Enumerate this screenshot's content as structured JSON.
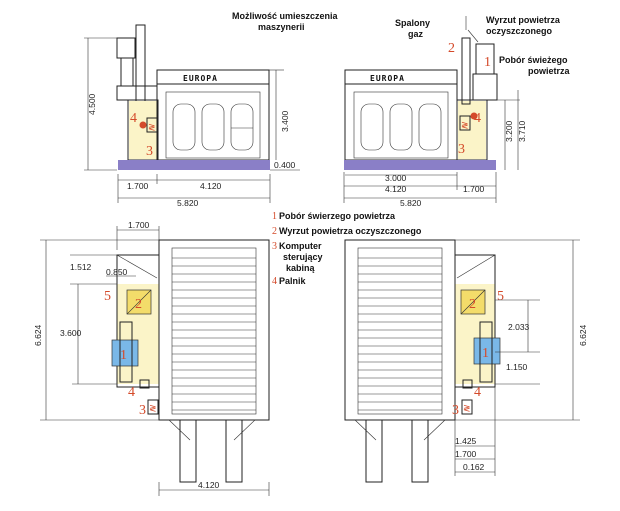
{
  "labels": {
    "machinery_title_1": "Możliwość umieszczenia",
    "machinery_title_2": "maszynerii",
    "burnt_gas_1": "Spalony",
    "burnt_gas_2": "gaz",
    "exhaust_1": "Wyrzut powietrza",
    "exhaust_2": "oczyszczonego",
    "intake_1": "Pobór świeżego",
    "intake_2": "powietrza",
    "brand": "EUROPA"
  },
  "legend": [
    {
      "num": "1",
      "text_1": "Pobór świerzego powietrza",
      "text_2": "",
      "text_3": ""
    },
    {
      "num": "2",
      "text_1": "Wyrzut powietrza oczyszczonego",
      "text_2": "",
      "text_3": ""
    },
    {
      "num": "3",
      "text_1": "Komputer",
      "text_2": "sterujący",
      "text_3": "kabiną"
    },
    {
      "num": "4",
      "text_1": "Palnik",
      "text_2": "",
      "text_3": ""
    }
  ],
  "markers": {
    "m1": "1",
    "m2": "2",
    "m3": "3",
    "m4": "4",
    "m5": "5"
  },
  "dims": {
    "front_height": "4.500",
    "front_inner_height": "3.400",
    "front_base": "0.400",
    "front_left": "1.700",
    "front_mid": "4.120",
    "front_total": "5.820",
    "rear_height_a": "3.200",
    "rear_height_b": "3.710",
    "rear_inner": "3.000",
    "rear_mid": "4.120",
    "rear_right": "1.700",
    "rear_total": "5.820",
    "plan_top": "1.700",
    "plan_left_a": "1.512",
    "plan_left_b": "0.850",
    "plan_left_c": "3.600",
    "plan_total": "6.624",
    "plan_bottom": "4.120",
    "plan_r_a": "2.033",
    "plan_r_b": "1.150",
    "plan_r_c": "1.425",
    "plan_r_d": "1.700",
    "plan_r_e": "0.162",
    "plan_r_total": "6.624"
  },
  "colors": {
    "base_bar": "#8a7fc7",
    "unit_blue": "#7ab8e8",
    "unit_yellow": "#f3dc6a",
    "marker_red": "#d44a2a",
    "pale_yellow": "#fbf4c8"
  }
}
